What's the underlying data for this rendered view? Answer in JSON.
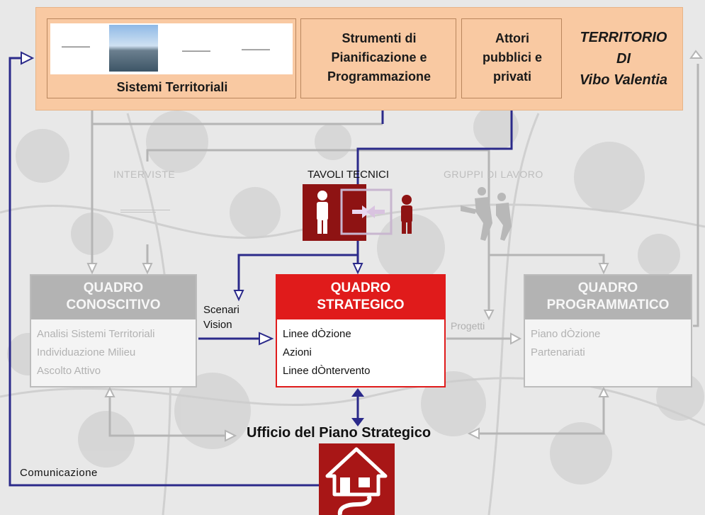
{
  "top_band": {
    "sistemi_territoriali": "Sistemi Territoriali",
    "strumenti_line1": "Strumenti di",
    "strumenti_line2": "Pianificazione e",
    "strumenti_line3": "Programmazione",
    "attori_line1": "Attori",
    "attori_line2": "pubblici e",
    "attori_line3": "privati",
    "territorio_line1": "TERRITORIO",
    "territorio_line2": "DI",
    "territorio_line3": "Vibo Valentia"
  },
  "inputs": {
    "interviste": "INTERVISTE",
    "tavoli_tecnici": "TAVOLI TECNICI",
    "gruppi_di_lavoro": "GRUPPI DI LAVORO"
  },
  "quadro_conoscitivo": {
    "title_line1": "QUADRO",
    "title_line2": "CONOSCITIVO",
    "items": [
      "Analisi Sistemi Territoriali",
      "Individuazione Milieu",
      "Ascolto Attivo"
    ]
  },
  "quadro_strategico": {
    "title_line1": "QUADRO",
    "title_line2": "STRATEGICO",
    "items": [
      "Linee dÒzione",
      "Azioni",
      "Linee dÒntervento"
    ]
  },
  "quadro_programmatico": {
    "title_line1": "QUADRO",
    "title_line2": "PROGRAMMATICO",
    "items": [
      "Piano dÒzione",
      "Partenariati"
    ]
  },
  "connector_labels": {
    "scenari": "Scenari",
    "vision": "Vision",
    "progetti": "Progetti",
    "comunicazione": "Comunicazione"
  },
  "ufficio": "Ufficio del Piano Strategico",
  "colors": {
    "band": "#f9c9a2",
    "strategic_red": "#e01b1b",
    "dark_red": "#8e1313",
    "connector_blue": "#2b2a8a",
    "connector_gray": "#b5b5b5"
  }
}
